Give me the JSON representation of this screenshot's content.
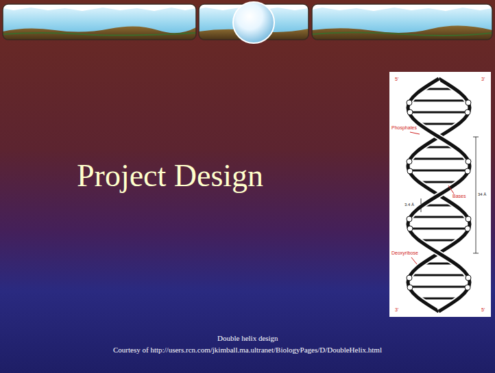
{
  "diagram": {
    "title": "Project Design",
    "caption": "Double helix design",
    "labels": [
      "5'",
      "3'",
      "Phosphates",
      "Bases",
      "3.4 Å",
      "34 Å",
      "Deoxyribose",
      "3'",
      "5'",
      "Courtesy of http://users.rcn.com/jkimball.ma.ultranet/BiologyPages/D/DoubleHelix.html"
    ]
  }
}
